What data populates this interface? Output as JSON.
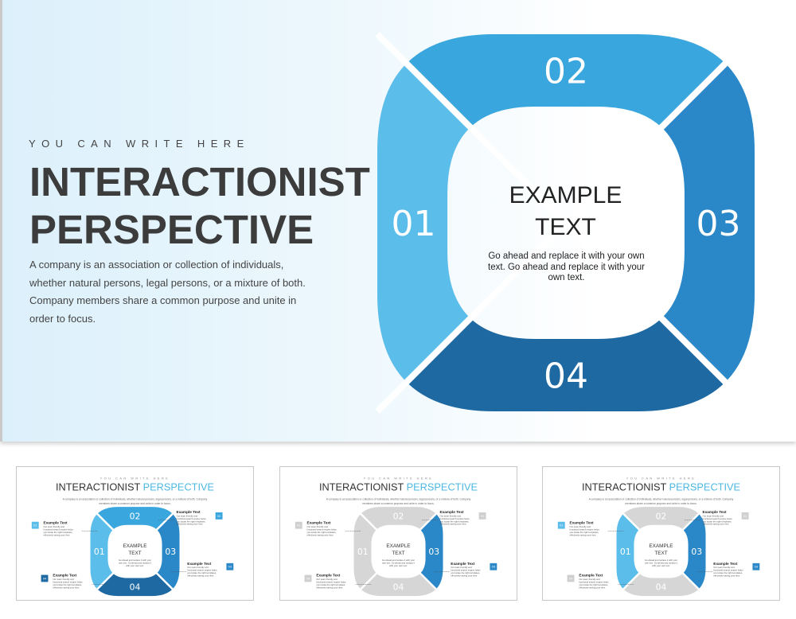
{
  "slide": {
    "kicker": "YOU CAN WRITE HERE",
    "title_line1": "INTERACTIONIST",
    "title_line2": "PERSPECTIVE",
    "description": "A company is an association or collection of individuals, whether natural persons, legal persons, or a mixture of both. Company members share a common purpose and unite in order to focus.",
    "diagram": {
      "segments": [
        {
          "label": "01",
          "color": "#5bbde9"
        },
        {
          "label": "02",
          "color": "#39a6de"
        },
        {
          "label": "03",
          "color": "#2a87c8"
        },
        {
          "label": "04",
          "color": "#1e69a2"
        }
      ],
      "center_title_line1": "EXAMPLE",
      "center_title_line2": "TEXT",
      "center_body": "Go ahead and replace it with your own text. Go ahead and replace it with your own text."
    }
  },
  "thumbnails": {
    "kicker": "YOU CAN WRITE HERE",
    "title_dark": "INTERACTIONIST",
    "title_accent": "PERSPECTIVE",
    "accent_color": "#4db8e0",
    "description_line1": "A company is an association or collection of individuals, whether natural persons, legal persons, or a mixture of both. Company",
    "description_line2": "members share a common purpose and unite in order to focus.",
    "center_title_line1": "EXAMPLE",
    "center_title_line2": "TEXT",
    "center_body_line1": "Go ahead and replace it with your",
    "center_body_line2": "own text. Go ahead and replace it",
    "center_body_line3": "with your own text.",
    "item_title": "Example Text",
    "item_body_line1": "Our team friendly and",
    "item_body_line2": "functional search engine helps",
    "item_body_line3": "you locate the right templates,",
    "item_body_line4": "effectively saving your time.",
    "labels": [
      "01",
      "02",
      "03",
      "04"
    ],
    "variants": [
      {
        "colors": [
          "#5bbde9",
          "#39a6de",
          "#2a87c8",
          "#1e69a2"
        ]
      },
      {
        "colors": [
          "#d6d6d6",
          "#d6d6d6",
          "#2a87c8",
          "#d6d6d6"
        ]
      },
      {
        "colors": [
          "#5bbde9",
          "#d6d6d6",
          "#2a87c8",
          "#d6d6d6"
        ]
      }
    ]
  }
}
